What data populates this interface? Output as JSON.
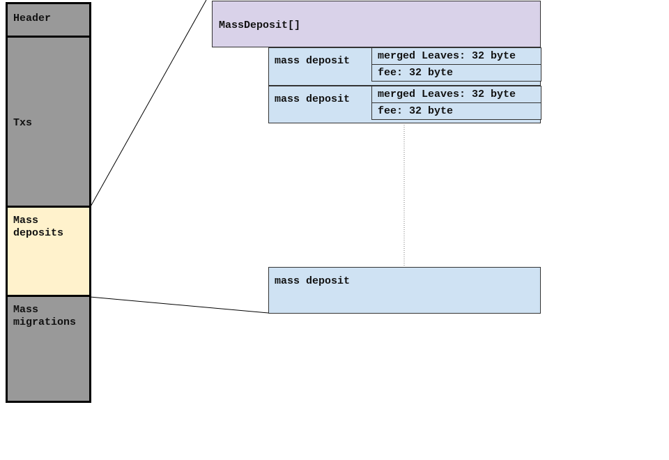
{
  "block": {
    "header": "Header",
    "txs": "Txs",
    "mass_deposits": "Mass\ndeposits",
    "mass_migrations": "Mass\nmigrations"
  },
  "array_box": {
    "title": "MassDeposit[]"
  },
  "items": [
    {
      "label": "mass deposit",
      "merged_leaves": "merged Leaves: 32 byte",
      "fee": "fee: 32 byte"
    },
    {
      "label": "mass deposit",
      "merged_leaves": "merged Leaves: 32 byte",
      "fee": "fee: 32 byte"
    }
  ],
  "last_item": {
    "label": "mass deposit"
  },
  "colors": {
    "block_gray": "#999999",
    "mass_deposits_highlight": "#fff2cc",
    "array_purple": "#d9d2e9",
    "item_blue": "#cfe2f3"
  }
}
